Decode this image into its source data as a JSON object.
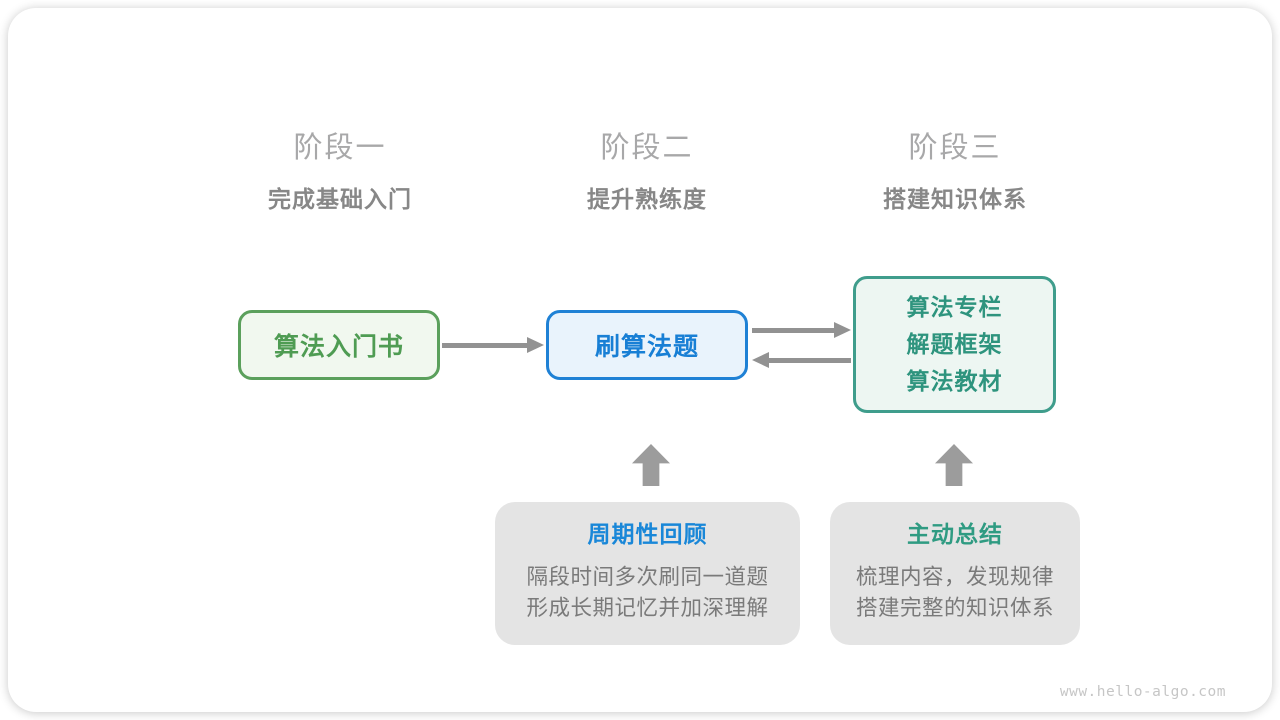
{
  "stages": [
    {
      "label": "阶段一",
      "subtitle": "完成基础入门"
    },
    {
      "label": "阶段二",
      "subtitle": "提升熟练度"
    },
    {
      "label": "阶段三",
      "subtitle": "搭建知识体系"
    }
  ],
  "flow": {
    "intro_box": {
      "text": "算法入门书",
      "border_color": "#5ba05c",
      "bg_color": "#f1f8ef",
      "text_color": "#4f9c53"
    },
    "practice_box": {
      "text": "刷算法题",
      "border_color": "#1f81d5",
      "bg_color": "#e9f3fc",
      "text_color": "#187fd5"
    },
    "advanced_box": {
      "lines": [
        "算法专栏",
        "解题框架",
        "算法教材"
      ],
      "border_color": "#3f9d8c",
      "bg_color": "#edf6f2",
      "text_color": "#2e947e"
    },
    "arrow_color": "#929292"
  },
  "notes": [
    {
      "title": "周期性回顾",
      "title_color": "#1987d8",
      "lines": [
        "隔段时间多次刷同一道题",
        "形成长期记忆并加深理解"
      ]
    },
    {
      "title": "主动总结",
      "title_color": "#2f9b82",
      "lines": [
        "梳理内容，发现规律",
        "搭建完整的知识体系"
      ]
    }
  ],
  "watermark": "www.hello-algo.com",
  "colors": {
    "stage_label": "#a8a8a9",
    "stage_subtitle": "#878787",
    "note_bg": "#e4e4e4",
    "note_body_text": "#7a7a7a",
    "block_arrow": "#9c9c9c"
  }
}
